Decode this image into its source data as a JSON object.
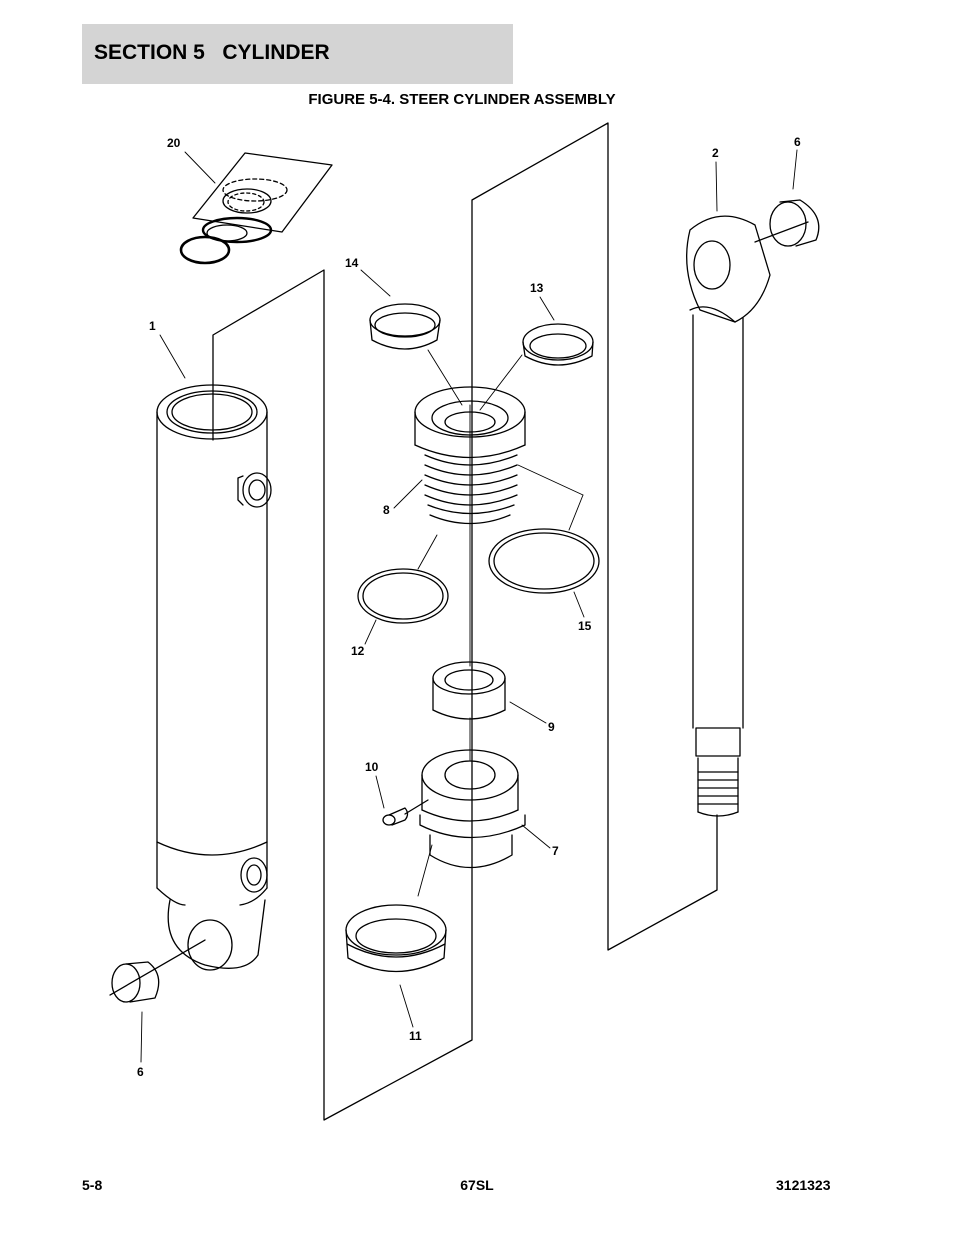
{
  "header": {
    "section_title": "SECTION 5   CYLINDER",
    "figure_title": "FIGURE 5-4. STEER CYLINDER ASSEMBLY"
  },
  "callouts": {
    "c20": "20",
    "c1": "1",
    "c14": "14",
    "c13": "13",
    "c2": "2",
    "c6_top": "6",
    "c8": "8",
    "c12": "12",
    "c15": "15",
    "c9": "9",
    "c10": "10",
    "c7": "7",
    "c11": "11",
    "c6_bottom": "6"
  },
  "footer": {
    "page_number": "5-8",
    "model": "67SL",
    "document_number": "3121323"
  }
}
